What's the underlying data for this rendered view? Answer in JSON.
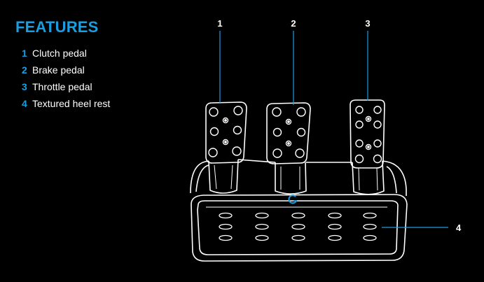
{
  "heading": "FEATURES",
  "features": [
    {
      "num": "1",
      "label": "Clutch pedal"
    },
    {
      "num": "2",
      "label": "Brake pedal"
    },
    {
      "num": "3",
      "label": "Throttle pedal"
    },
    {
      "num": "4",
      "label": "Textured heel rest"
    }
  ],
  "callouts": [
    "1",
    "2",
    "3",
    "4"
  ],
  "colors": {
    "accent": "#1a9ee0",
    "background": "#000000",
    "line": "#ffffff",
    "text": "#ffffff"
  },
  "logo_icon": "logitech-g-icon"
}
